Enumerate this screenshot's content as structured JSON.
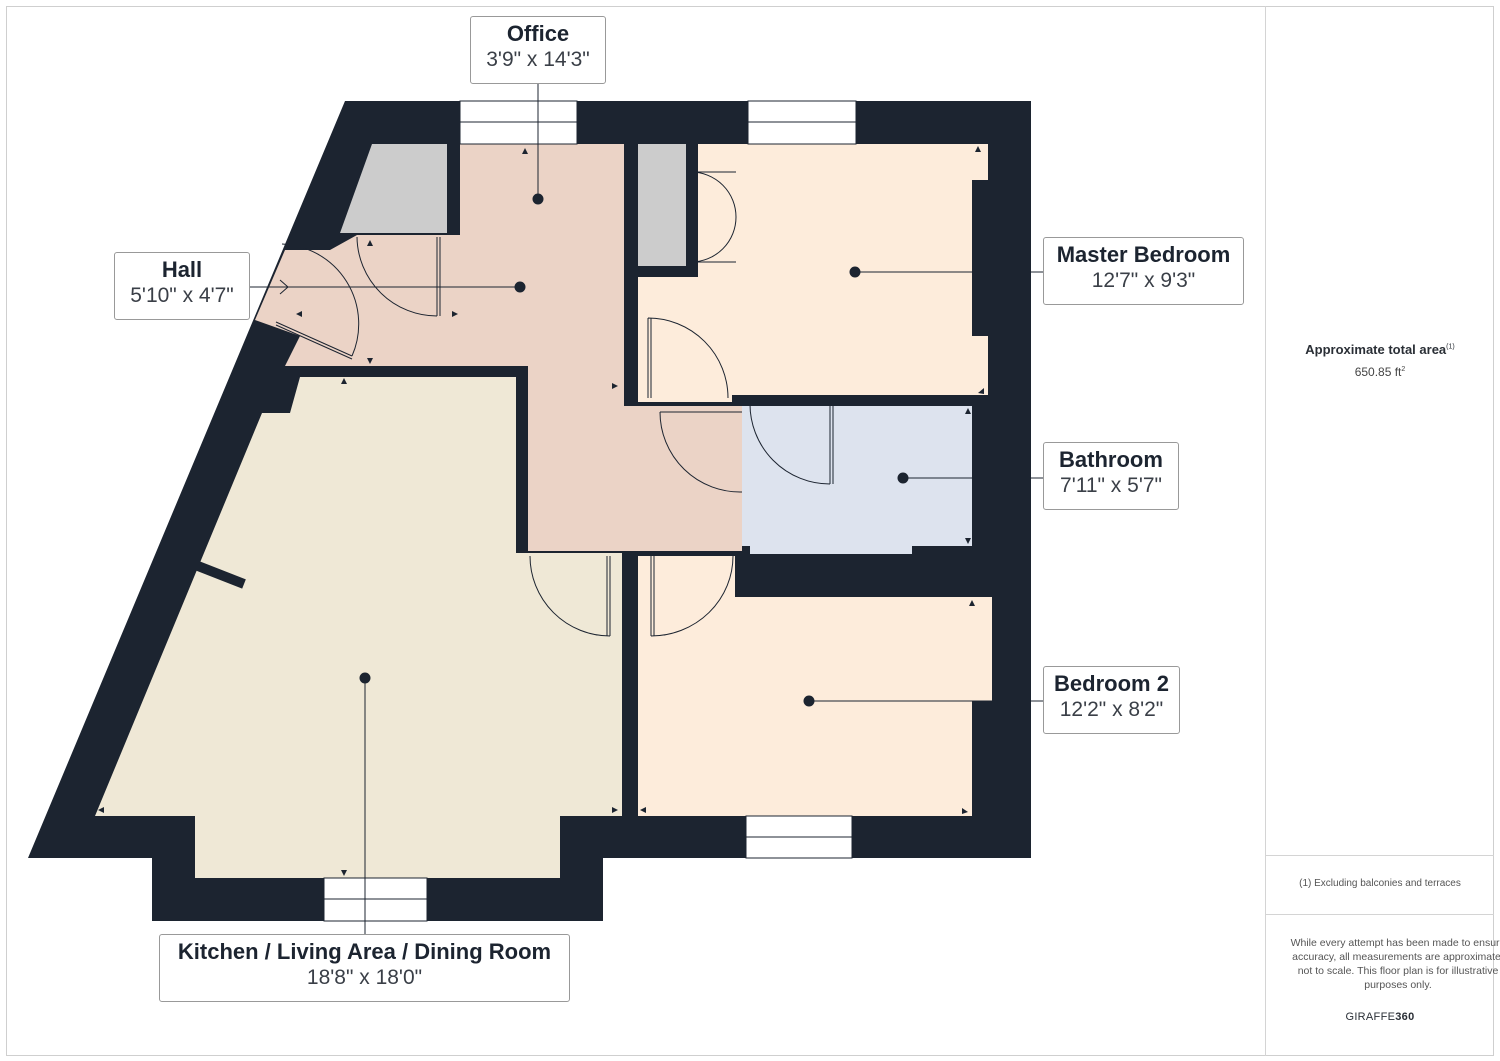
{
  "rooms": {
    "office": {
      "name": "Office",
      "dims": "3'9\" x 14'3\""
    },
    "hall": {
      "name": "Hall",
      "dims": "5'10\" x 4'7\""
    },
    "master_bedroom": {
      "name": "Master Bedroom",
      "dims": "12'7\" x 9'3\""
    },
    "bathroom": {
      "name": "Bathroom",
      "dims": "7'11\" x 5'7\""
    },
    "bedroom2": {
      "name": "Bedroom 2",
      "dims": "12'2\" x 8'2\""
    },
    "kitchen": {
      "name": "Kitchen / Living Area / Dining Room",
      "dims": "18'8\" x 18'0\""
    }
  },
  "sidebar": {
    "area_title": "Approximate total area",
    "area_footnote_mark": "(1)",
    "area_value": "650.85 ft",
    "area_unit_sup": "2",
    "footnote": "(1) Excluding balconies and terraces",
    "disclaimer": "While every attempt has been made to ensure accuracy, all measurements are approximate, not to scale. This floor plan is for illustrative purposes only.",
    "brand_prefix": "GIRAFFE",
    "brand_suffix": "360"
  },
  "colors": {
    "wall": "#1c2430",
    "hall_office": "#ebd3c6",
    "kitchen": "#efe8d6",
    "bedroom": "#fdecdb",
    "bathroom": "#dde3ee",
    "storage": "#cccccc"
  }
}
